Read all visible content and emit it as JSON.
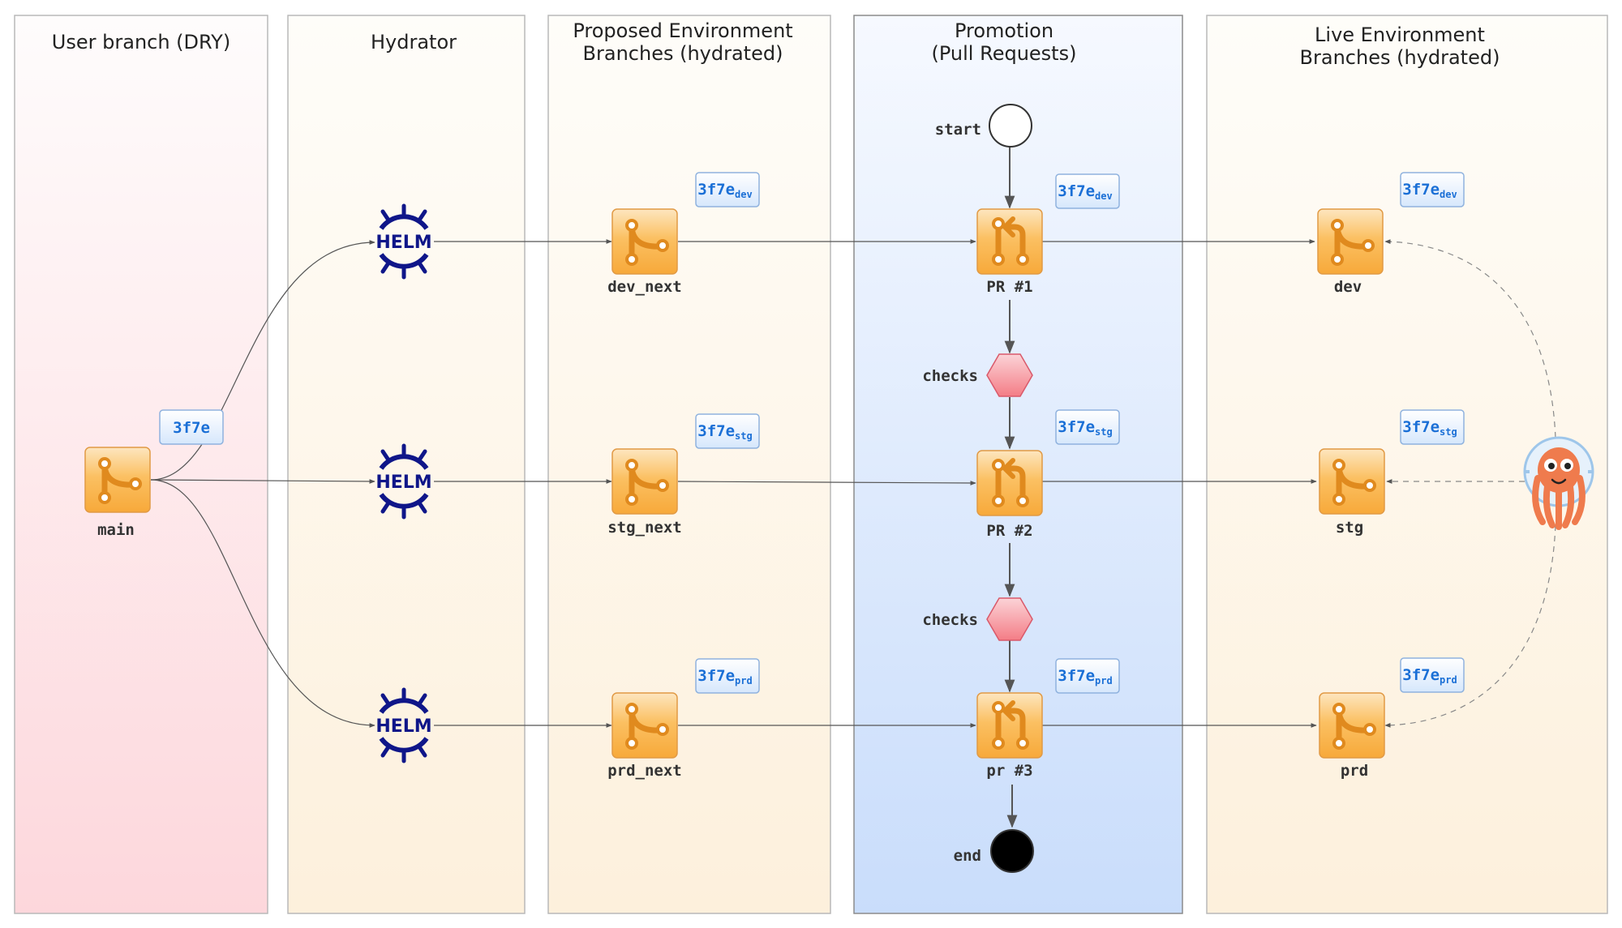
{
  "lanes": {
    "user_branch": "User branch (DRY)",
    "hydrator": "Hydrator",
    "proposed": [
      "Proposed Environment",
      "Branches (hydrated)"
    ],
    "promotion": [
      "Promotion",
      "(Pull Requests)"
    ],
    "live": [
      "Live Environment",
      "Branches (hydrated)"
    ]
  },
  "source": {
    "label": "main",
    "commit": "3f7e"
  },
  "hydrator": {
    "icon": "helm-icon",
    "text": "HELM"
  },
  "proposed_branches": [
    {
      "label": "dev_next",
      "commit": "3f7e",
      "env": "dev"
    },
    {
      "label": "stg_next",
      "commit": "3f7e",
      "env": "stg"
    },
    {
      "label": "prd_next",
      "commit": "3f7e",
      "env": "prd"
    }
  ],
  "promotion": {
    "start": "start",
    "end": "end",
    "pull_requests": [
      {
        "label": "PR #1",
        "commit": "3f7e",
        "env": "dev"
      },
      {
        "label": "PR #2",
        "commit": "3f7e",
        "env": "stg"
      },
      {
        "label": "pr #3",
        "commit": "3f7e",
        "env": "prd"
      }
    ],
    "checks": [
      "checks",
      "checks"
    ]
  },
  "live_branches": [
    {
      "label": "dev",
      "commit": "3f7e",
      "env": "dev"
    },
    {
      "label": "stg",
      "commit": "3f7e",
      "env": "stg"
    },
    {
      "label": "prd",
      "commit": "3f7e",
      "env": "prd"
    }
  ],
  "agent": {
    "icon": "argo-octopus-icon"
  },
  "colors": {
    "user_lane_top": "#fefcfc",
    "user_lane_bottom": "#fdd7dc",
    "cream_lane_top": "#fefdf9",
    "cream_lane_bottom": "#fdf0dc",
    "promotion_lane_top": "#f6f9ff",
    "promotion_lane_bottom": "#c9ddfb",
    "git_icon": "#f7a93a",
    "helm": "#0f1689",
    "checks": "#f47d86",
    "tag_text": "#1a6fd6",
    "argo": "#ef7b4d"
  }
}
